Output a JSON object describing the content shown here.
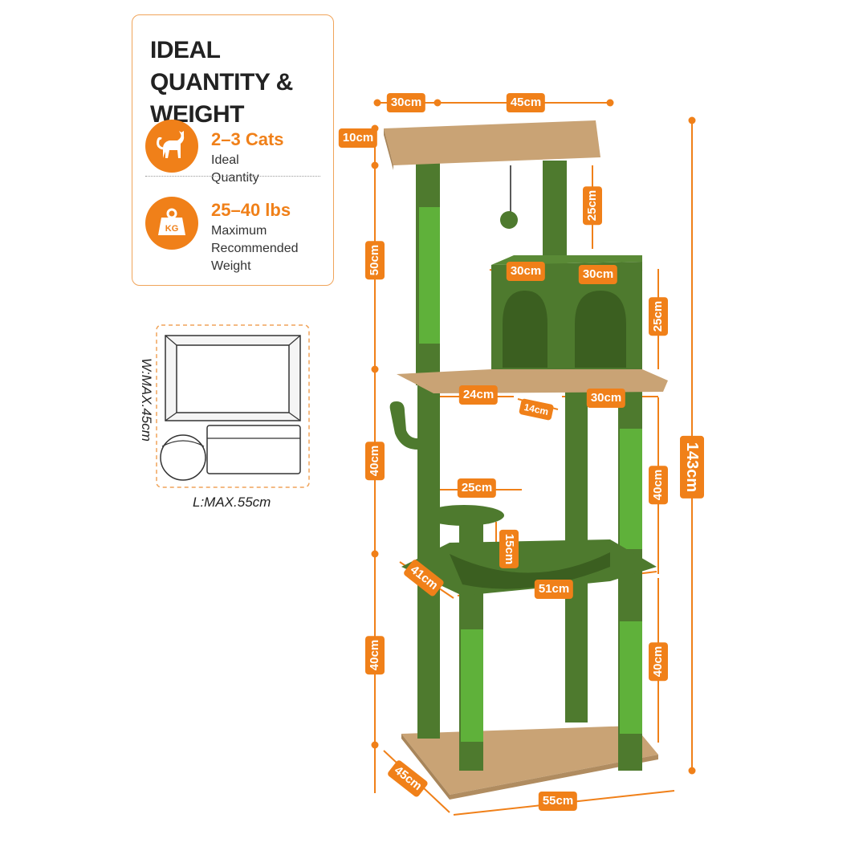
{
  "card": {
    "title": "IDEAL QUANTITY & WEIGHT",
    "quantity": {
      "value": "2–3 Cats",
      "label": "Ideal Quantity",
      "icon": "cat-icon"
    },
    "weight": {
      "value": "25–40 lbs",
      "label_lines": [
        "Maximum",
        "Recommended",
        "Weight"
      ],
      "icon": "kg-weight-icon",
      "icon_text": "KG"
    }
  },
  "bed": {
    "width_label": "W:MAX.45cm",
    "length_label": "L:MAX.55cm"
  },
  "dimensions": {
    "top_depth": "30cm",
    "top_width": "45cm",
    "top_thickness": "10cm",
    "ball_post_height": "25cm",
    "upper_height": "50cm",
    "condo_depth": "30cm",
    "condo_width": "30cm",
    "condo_height": "25cm",
    "platform_a": "24cm",
    "platform_gap": "14cm",
    "platform_b": "30cm",
    "middle_height": "40cm",
    "right_post_height": "40cm",
    "perch_diameter": "25cm",
    "perch_height": "15cm",
    "hammock_depth": "41cm",
    "hammock_width": "51cm",
    "lower_height": "40cm",
    "lower_right_height": "40cm",
    "base_depth": "45cm",
    "base_width": "55cm",
    "total_height": "143cm"
  },
  "colors": {
    "accent": "#f08019",
    "post_green": "#4e7a2e",
    "sisal_green": "#5fb13a",
    "plush_beige": "#c9a375"
  }
}
